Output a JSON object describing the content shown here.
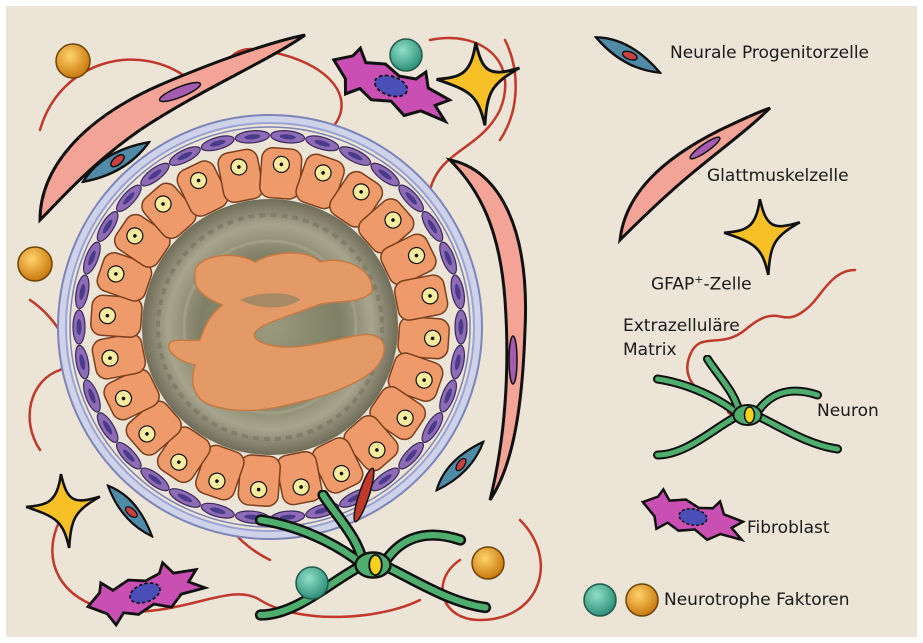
{
  "legend": {
    "neural_progenitor": "Neurale Progenitorzelle",
    "smooth_muscle": "Glattmuskelzelle",
    "gfap_prefix": "GFAP",
    "gfap_sup": "+",
    "gfap_suffix": "-Zelle",
    "ecm_line1": "Extrazelluläre",
    "ecm_line2": "Matrix",
    "neuron": "Neuron",
    "fibroblast": "Fibroblast",
    "neurotrophic": "Neurotrophe Faktoren"
  },
  "colors": {
    "background": "#ece4d6",
    "epithelial_cell": "#ef9a6a",
    "nucleus": "#f5eca0",
    "lumen_content": "#e39a66",
    "lumen_ring": "#8b8a72",
    "basal_layer": "#8e6bb5",
    "membrane": "#9aa3d6",
    "progenitor": "#4f8aa6",
    "smooth_muscle": "#f4a496",
    "gfap_cell": "#f6c026",
    "neuron": "#4fae6e",
    "fibroblast": "#c94fb3",
    "matrix": "#c0392b",
    "factor_teal": "#3fae94",
    "factor_orange": "#e39b1f"
  }
}
